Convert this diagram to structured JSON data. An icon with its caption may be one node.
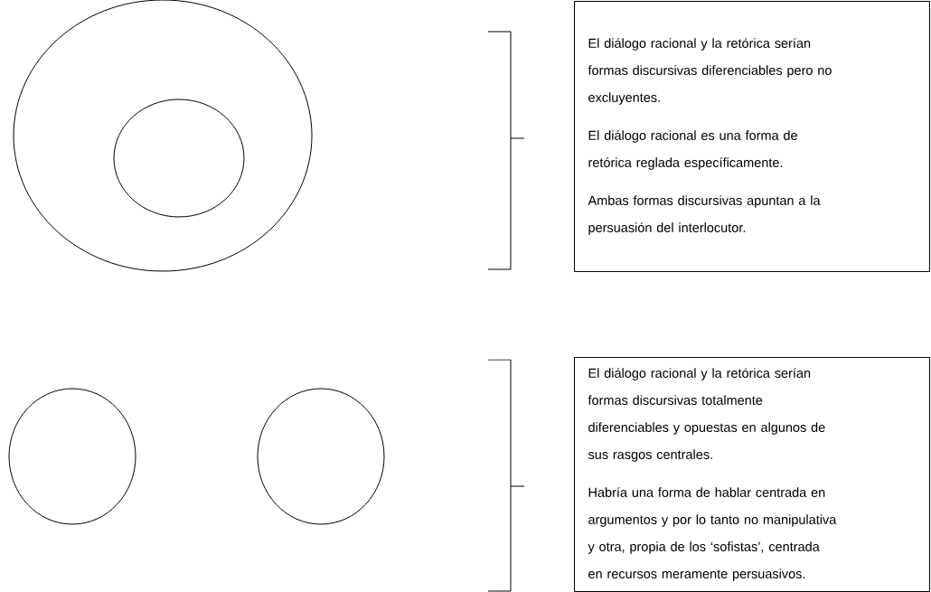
{
  "diagram": {
    "nodes": [
      {
        "text": [],
        "shape": "circle"
      },
      {
        "text": [],
        "shape": "circle",
        "in": 0
      },
      {
        "text": [],
        "shape": "circle"
      },
      {
        "text": [],
        "shape": "circle"
      },
      {
        "text": [
          "El diálogo racional y la retórica serían formas discursivas diferenciables pero no excluyentes.",
          "El diálogo racional es una forma de retórica reglada específicamente.",
          "Ambas formas discursivas apuntan a la persuasión del interlocutor."
        ]
      },
      {
        "text": [
          "El diálogo racional y la retórica serían formas discursivas totalmente diferenciables y opuestas en algunos de sus rasgos centrales.",
          "Habría una forma de hablar centrada en argumentos y por lo tanto no manipulativa y otra, propia de los ‘sofistas’, centrada en recursos meramente persuasivos."
        ]
      }
    ],
    "edges": []
  }
}
